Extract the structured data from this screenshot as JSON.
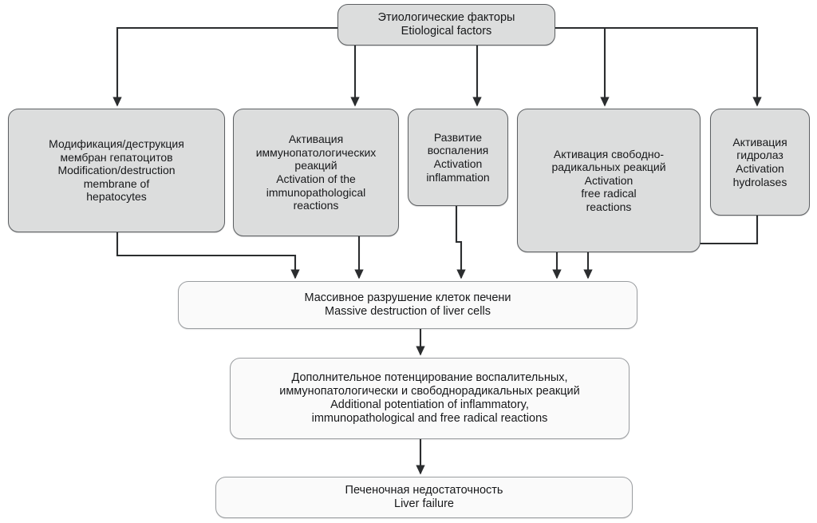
{
  "diagram": {
    "title": "Pathogenesis of liver failure",
    "colors": {
      "shaded_fill": "#dcdddd",
      "shaded_border": "#5d6063",
      "pale_fill": "#fafafa",
      "pale_border": "#9a9da0",
      "connector": "#2b2d2f",
      "text": "#17181a",
      "background": "#ffffff"
    },
    "nodes": [
      {
        "id": "etiological",
        "style": "shaded",
        "lines": [
          "Этиологические факторы",
          "Etiological factors"
        ]
      },
      {
        "id": "membrane",
        "style": "shaded",
        "lines": [
          "Модификация/деструкция",
          "мембран гепатоцитов",
          "Modification/destruction",
          "membrane of",
          "hepatocytes"
        ]
      },
      {
        "id": "immuno",
        "style": "shaded",
        "lines": [
          "Активация",
          "иммунопатологических",
          "реакций",
          "Activation of the",
          "immunopathological",
          "reactions"
        ]
      },
      {
        "id": "inflam",
        "style": "shaded",
        "lines": [
          "Развитие",
          "воспаления",
          "Activation",
          "inflammation"
        ]
      },
      {
        "id": "radical",
        "style": "shaded",
        "lines": [
          "Активация свободно-",
          "радикальных реакций",
          "Activation",
          "free radical",
          "reactions"
        ]
      },
      {
        "id": "hydrolases",
        "style": "shaded",
        "lines": [
          "Активация",
          "гидролаз",
          "Activation",
          "hydrolases"
        ]
      },
      {
        "id": "massive",
        "style": "pale",
        "lines": [
          "Массивное разрушение клеток печени",
          "Massive destruction of liver cells"
        ]
      },
      {
        "id": "additional",
        "style": "pale",
        "lines": [
          "Дополнительное потенцирование воспалительных,",
          "иммунопатологически и свободнорадикальных реакций",
          "Additional potentiation of inflammatory,",
          "immunopathological and free radical reactions"
        ]
      },
      {
        "id": "liverfail",
        "style": "pale",
        "lines": [
          "Печеночная недостаточность",
          "Liver failure"
        ]
      }
    ],
    "edges": [
      {
        "from": "etiological",
        "to": "membrane",
        "label": "etiological-to-membrane"
      },
      {
        "from": "etiological",
        "to": "immuno",
        "label": "etiological-to-immuno"
      },
      {
        "from": "etiological",
        "to": "inflam",
        "label": "etiological-to-inflam"
      },
      {
        "from": "etiological",
        "to": "radical",
        "label": "etiological-to-radical"
      },
      {
        "from": "etiological",
        "to": "hydrolases",
        "label": "etiological-to-hydrolases"
      },
      {
        "from": "membrane",
        "to": "massive",
        "label": "membrane-to-massive"
      },
      {
        "from": "immuno",
        "to": "massive",
        "label": "immuno-to-massive"
      },
      {
        "from": "inflam",
        "to": "massive",
        "label": "inflam-to-massive"
      },
      {
        "from": "radical",
        "to": "massive",
        "label": "radical-to-massive"
      },
      {
        "from": "hydrolases",
        "to": "massive",
        "label": "hydrolases-to-massive"
      },
      {
        "from": "massive",
        "to": "additional",
        "label": "massive-to-additional"
      },
      {
        "from": "additional",
        "to": "liverfail",
        "label": "additional-to-liverfail"
      }
    ]
  }
}
